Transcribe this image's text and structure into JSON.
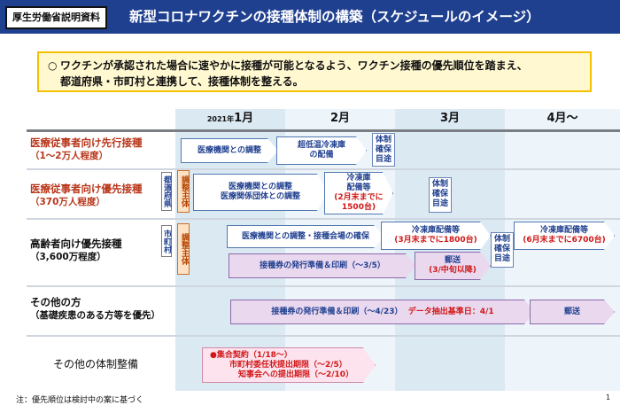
{
  "header": {
    "tag": "厚生労働省説明資料",
    "title": "新型コロナワクチンの接種体制の構築（スケジュールのイメージ）"
  },
  "intro": {
    "mark": "○",
    "line1": "ワクチンが承認された場合に速やかに接種が可能となるよう、ワクチン接種の優先順位を踏まえ、",
    "line2": "都道府県・市町村と連携して、接種体制を整える。"
  },
  "months": {
    "jan_year": "2021年",
    "jan": "1月",
    "feb": "2月",
    "mar": "3月",
    "apr": "4月～"
  },
  "rows": {
    "r1": {
      "label": "医療従事者向け先行接種",
      "sub": "（1～2万人程度）"
    },
    "r2": {
      "label": "医療従事者向け優先接種",
      "sub": "（370万人程度）"
    },
    "r3": {
      "label": "高齢者向け優先接種",
      "sub": "（3,600万程度）"
    },
    "r4": {
      "label": "その他の方",
      "sub": "（基礎疾患のある方等を優先）"
    },
    "r5": {
      "label": "その他の体制整備"
    }
  },
  "row1": {
    "a1": "医療機関との調整",
    "a2_l1": "超低温冷凍庫",
    "a2_l2": "の配備",
    "box": [
      "体制",
      "確保",
      "目途"
    ]
  },
  "row2": {
    "vtag": "都道府県",
    "vtag2": "調整主体",
    "a1_l1": "医療機関との調整",
    "a1_l2": "医療関係団体との調整",
    "a2_l1": "冷凍庫",
    "a2_l2": "配備等",
    "a2_red1": "(2月末までに",
    "a2_red2": "1500台)",
    "box": [
      "体制",
      "確保",
      "目途"
    ]
  },
  "row3": {
    "vtag": "市町村",
    "vtag2": "調整主体",
    "a1": "医療機関との調整・接種会場の確保",
    "a2_l1": "冷凍庫配備等",
    "a2_red": "(3月末までに1800台)",
    "box": [
      "体制",
      "確保",
      "目途"
    ],
    "a3_l1": "冷凍庫配備等",
    "a3_red": "(6月末までに6700台)",
    "p1": "接種券の発行準備＆印刷（～3/5）",
    "p2_l1": "郵送",
    "p2_red": "(3/中旬以降)"
  },
  "row4": {
    "p1": "接種券の発行準備＆印刷（～4/23）",
    "p1_red": "データ抽出基準日：4/1",
    "p2": "郵送"
  },
  "row5": {
    "c1": "●集合契約（1/18～）",
    "c2": "市町村委任状提出期限（～2/5）",
    "c3": "知事会への提出期限（～2/10）"
  },
  "footnote": "注：優先順位は検討中の案に基づく",
  "page": "1"
}
